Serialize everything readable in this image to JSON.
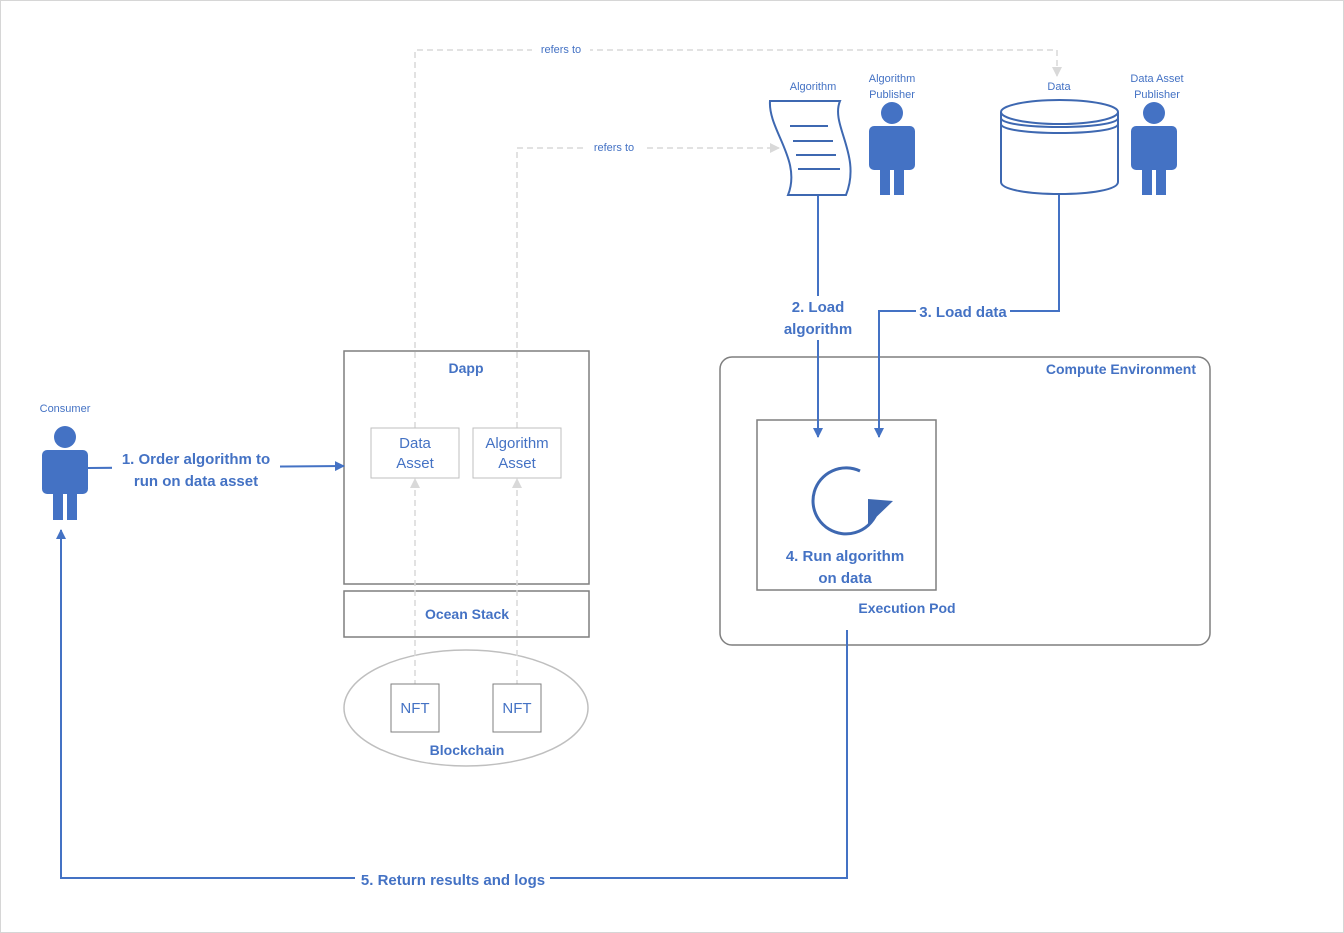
{
  "labels": {
    "refers_to_top": "refers to",
    "refers_to_mid": "refers to",
    "algorithm": "Algorithm",
    "algorithm_publisher_1": "Algorithm",
    "algorithm_publisher_2": "Publisher",
    "data": "Data",
    "data_asset_publisher_1": "Data Asset",
    "data_asset_publisher_2": "Publisher",
    "consumer": "Consumer",
    "dapp": "Dapp",
    "data_asset_1": "Data",
    "data_asset_2": "Asset",
    "algorithm_asset_1": "Algorithm",
    "algorithm_asset_2": "Asset",
    "ocean_stack": "Ocean Stack",
    "nft_1": "NFT",
    "nft_2": "NFT",
    "blockchain": "Blockchain",
    "compute_environment": "Compute Environment",
    "execution_pod": "Execution Pod"
  },
  "steps": {
    "step1_line1": "1. Order algorithm to",
    "step1_line2": "run on data asset",
    "step2_line1": "2. Load",
    "step2_line2": "algorithm",
    "step3": "3. Load data",
    "step4_line1": "4. Run algorithm",
    "step4_line2": "on data",
    "step5": "5. Return results and logs"
  },
  "colors": {
    "accent": "#4472c4",
    "dashed": "#d9d9d9",
    "box_border": "#7f7f7f"
  },
  "icons": {
    "person": "person-icon",
    "document": "document-scroll-icon",
    "database": "database-cylinder-icon",
    "cycle": "circular-arrow-icon"
  }
}
